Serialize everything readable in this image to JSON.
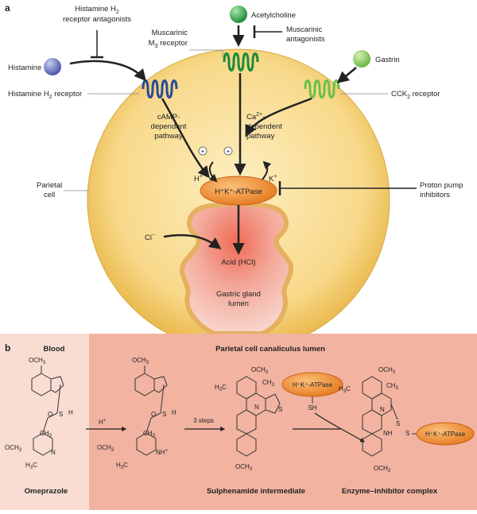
{
  "panel_a": {
    "letter": "a",
    "histamine": "Histamine",
    "h2_antag_1": "Histamine H",
    "h2_antag_sub": "2",
    "h2_antag_2": "receptor antagonists",
    "acetylcholine": "Acetylcholine",
    "muscarinic_1": "Muscarinic",
    "muscarinic_2": "M",
    "muscarinic_sub": "3",
    "muscarinic_3": " receptor",
    "musc_antag_1": "Muscarinic",
    "musc_antag_2": "antagonists",
    "gastrin": "Gastrin",
    "h2_receptor": "Histamine H",
    "h2_receptor_sub": "2",
    "h2_receptor_end": " receptor",
    "cck2_receptor": "CCK",
    "cck2_sub": "2",
    "cck2_end": " receptor",
    "camp_1": "cAMP-",
    "camp_2": "dependent",
    "camp_3": "pathway",
    "ca_1": "Ca",
    "ca_sup": "2+",
    "ca_1_end": "-",
    "ca_2": "dependent",
    "ca_3": "pathway",
    "parietal_1": "Parietal",
    "parietal_2": "cell",
    "hplus": "H",
    "kplus": "K",
    "atpase": "H⁺K⁺-ATPase",
    "ppi_1": "Proton pump",
    "ppi_2": "inhibitors",
    "cl": "Cl",
    "acid": "Acid (HCl)",
    "lumen_1": "Gastric gland",
    "lumen_2": "lumen",
    "plus": "+"
  },
  "panel_b": {
    "letter": "b",
    "blood": "Blood",
    "canaliculus": "Parietal cell canaliculus lumen",
    "och3": "OCH",
    "sub3": "3",
    "h3c": "H",
    "ch3": "CH",
    "nh": "NH",
    "n": "N",
    "s": "S",
    "o": "O",
    "h": "H",
    "sh": "SH",
    "hplus_step": "H",
    "three_steps": "3 steps",
    "atpase": "H⁺K⁺-ATPase",
    "omeprazole": "Omeprazole",
    "sulphenamide": "Sulphenamide intermediate",
    "complex": "Enzyme–inhibitor complex"
  },
  "colors": {
    "cell_fill": "#f6d27a",
    "atpase": "#f08a2c",
    "blue_receptor": "#2b4a9a",
    "green_dark": "#1e8a3a",
    "green_light": "#6cc04a",
    "panel_b_bg": "#f2b3a1",
    "blood_bg": "#f9ddd2"
  }
}
